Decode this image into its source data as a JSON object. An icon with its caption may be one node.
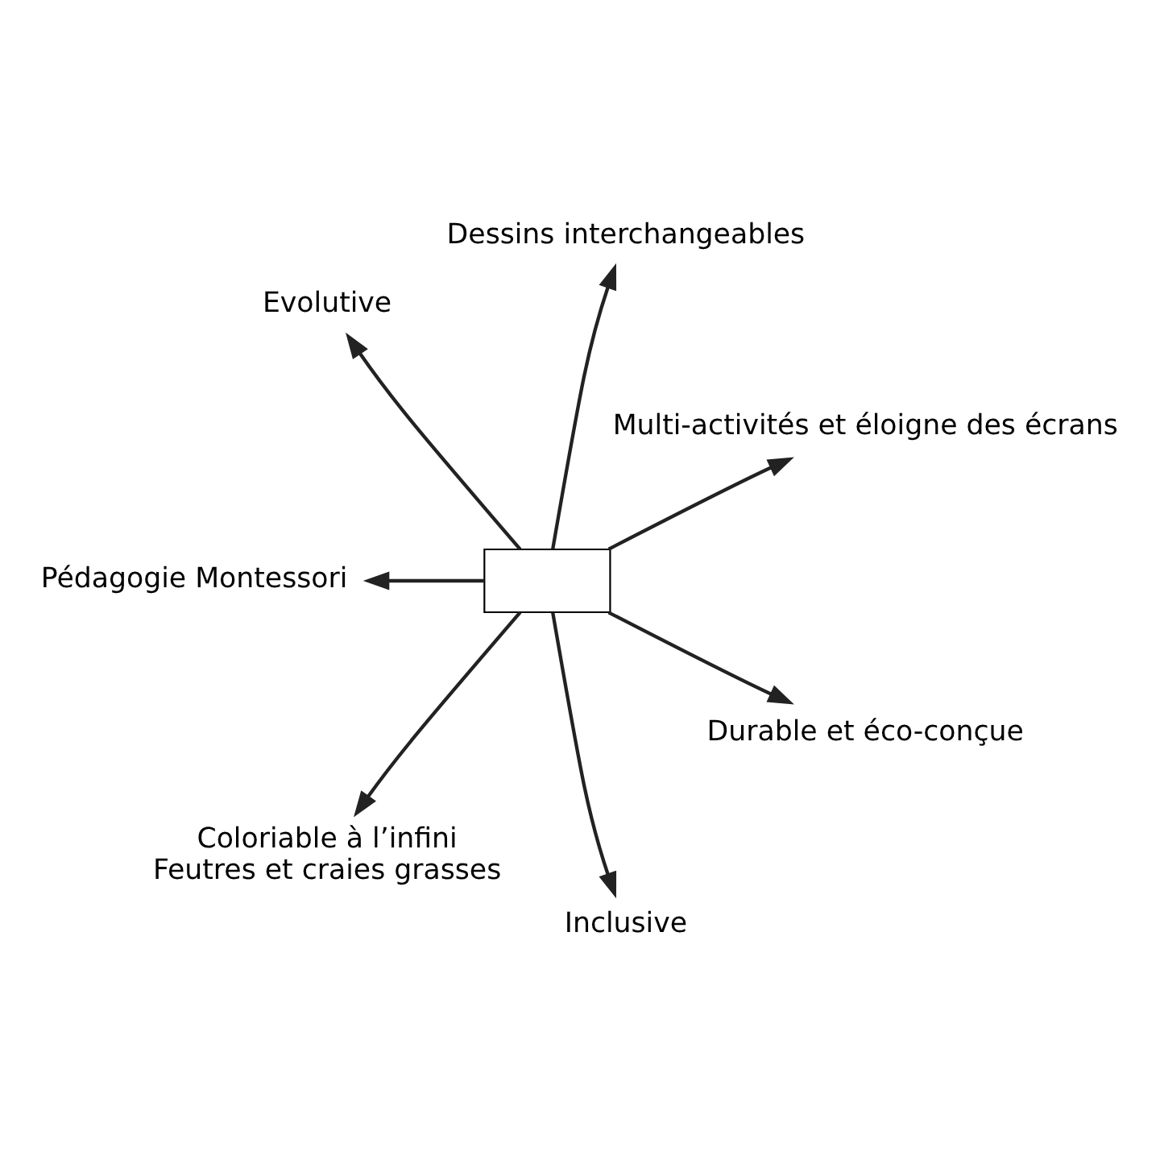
{
  "diagram": {
    "nodes": [
      {
        "text": [],
        "shape": "box"
      },
      {
        "text": [
          "Multi-activités et éloigne des écrans"
        ]
      },
      {
        "text": [
          "Dessins interchangeables"
        ]
      },
      {
        "text": [
          "Evolutive"
        ]
      },
      {
        "text": [
          "Pédagogie Montessori"
        ]
      },
      {
        "text": [
          "Coloriable à l’infini",
          "Feutres et craies grasses"
        ]
      },
      {
        "text": [
          "Inclusive"
        ]
      },
      {
        "text": [
          "Durable et éco-conçue"
        ]
      }
    ],
    "edges": [
      {
        "from": 0,
        "to": 1,
        "arrow": "to"
      },
      {
        "from": 0,
        "to": 2,
        "arrow": "to"
      },
      {
        "from": 0,
        "to": 3,
        "arrow": "to"
      },
      {
        "from": 0,
        "to": 4,
        "arrow": "to"
      },
      {
        "from": 0,
        "to": 5,
        "arrow": "to"
      },
      {
        "from": 0,
        "to": 6,
        "arrow": "to"
      },
      {
        "from": 0,
        "to": 7,
        "arrow": "to"
      }
    ]
  }
}
